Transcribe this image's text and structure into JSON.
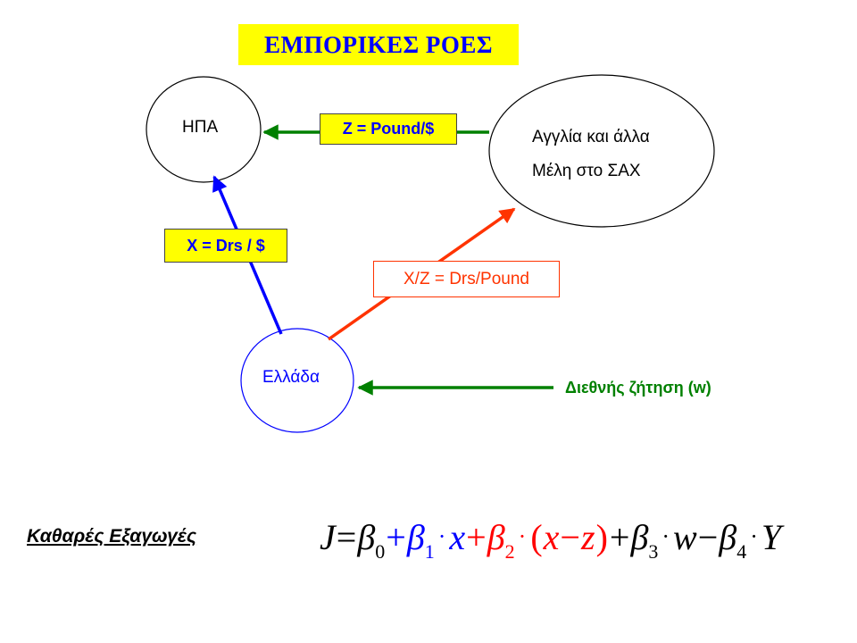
{
  "title": "ΕΜΠΟΡΙΚΕΣ ΡΟΕΣ",
  "nodes": {
    "usa": "ΗΠΑ",
    "uk_line1": "Αγγλία και άλλα",
    "uk_line2": "Μέλη στο ΣΑΧ",
    "greece": "Ελλάδα"
  },
  "arrows": {
    "uk_to_usa": {
      "label": "Z = Pound/$",
      "color": "#008000"
    },
    "greece_to_usa": {
      "label": "X = Drs / $",
      "color": "#0000ff"
    },
    "greece_to_uk": {
      "label": "X/Z = Drs/Pound",
      "color": "#ff3300"
    },
    "world_demand": {
      "label": "Διεθνής ζήτηση (w)",
      "color": "#008000"
    }
  },
  "net_exports_label": "Καθαρές Εξαγωγές",
  "equation": {
    "J": "J",
    "eq": "=",
    "plus": "+",
    "minus": "−",
    "beta": "β",
    "sub0": "0",
    "sub1": "1",
    "sub2": "2",
    "sub3": "3",
    "sub4": "4",
    "x": "x",
    "z": "z",
    "w": "w",
    "Y": "Y",
    "lparen": "(",
    "rparen": ")",
    "dot": "·"
  },
  "colors": {
    "title_bg": "#ffff00",
    "title_text": "#0000ff",
    "equation_red": "#ff0000",
    "equation_blue": "#0000ff"
  }
}
